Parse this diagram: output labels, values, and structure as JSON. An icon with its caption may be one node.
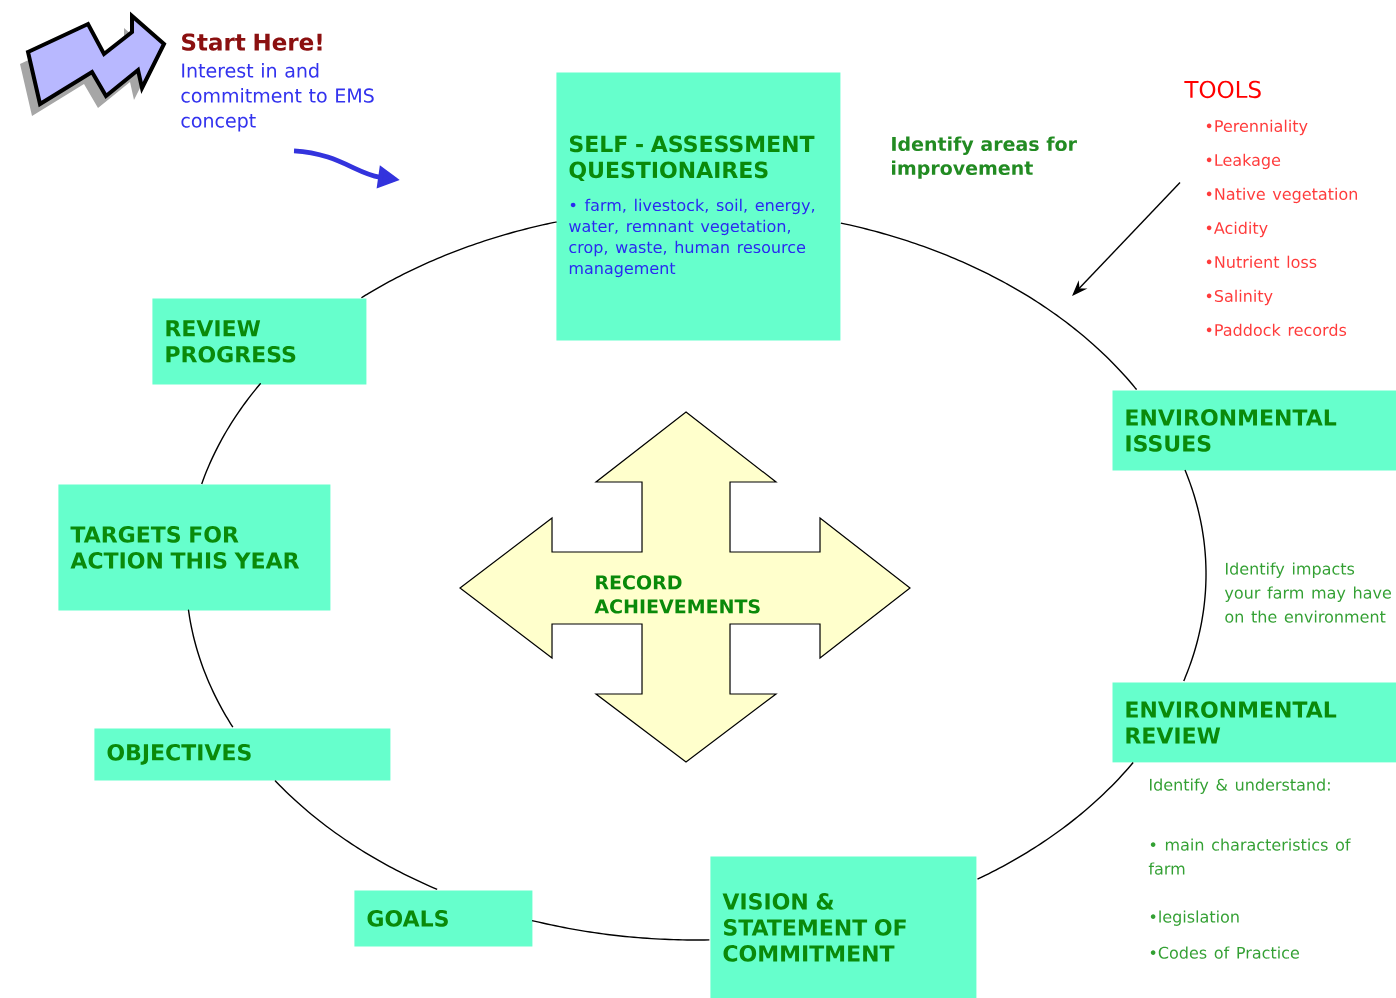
{
  "diagram": {
    "nodes": [
      {
        "text": [
          "Start Here!",
          "Interest in and commitment to EMS concept"
        ]
      },
      {
        "text": [
          "SELF - ASSESSMENT QUESTIONAIRES",
          "• farm, livestock, soil, energy, water, remnant vegetation, crop, waste, human resource management"
        ]
      },
      {
        "text": [
          "TOOLS",
          "•Perenniality",
          "•Leakage",
          "•Native vegetation",
          "•Acidity",
          "•Nutrient loss",
          "•Salinity",
          "•Paddock records"
        ]
      },
      {
        "text": [
          "ENVIRONMENTAL ISSUES"
        ]
      },
      {
        "text": [
          "ENVIRONMENTAL REVIEW"
        ]
      },
      {
        "text": [
          "VISION & STATEMENT OF COMMITMENT"
        ]
      },
      {
        "text": [
          "GOALS"
        ]
      },
      {
        "text": [
          "OBJECTIVES"
        ]
      },
      {
        "text": [
          "TARGETS FOR ACTION THIS YEAR"
        ]
      },
      {
        "text": [
          "REVIEW PROGRESS"
        ]
      },
      {
        "text": [
          "RECORD ACHIEVEMENTS"
        ]
      }
    ],
    "edges": [
      {
        "from": 0,
        "to": null,
        "arrow": "to",
        "style": "thick",
        "color": "#3333dd"
      },
      {
        "from": 2,
        "to": null,
        "arrow": "to"
      },
      {
        "from": 1,
        "to": 3,
        "arrow": "none"
      },
      {
        "from": 3,
        "to": 4,
        "arrow": "none"
      },
      {
        "from": 4,
        "to": 5,
        "arrow": "none"
      },
      {
        "from": 5,
        "to": 6,
        "arrow": "none"
      },
      {
        "from": 6,
        "to": 7,
        "arrow": "none"
      },
      {
        "from": 7,
        "to": 8,
        "arrow": "none"
      },
      {
        "from": 8,
        "to": 9,
        "arrow": "none"
      },
      {
        "from": 9,
        "to": 1,
        "arrow": "none"
      }
    ],
    "labels": [
      "Identify areas for improvement",
      "Identify impacts your farm may have on the environment",
      "Identify & understand:",
      "• main characteristics of farm",
      "•legislation",
      "•Codes of Practice"
    ]
  }
}
